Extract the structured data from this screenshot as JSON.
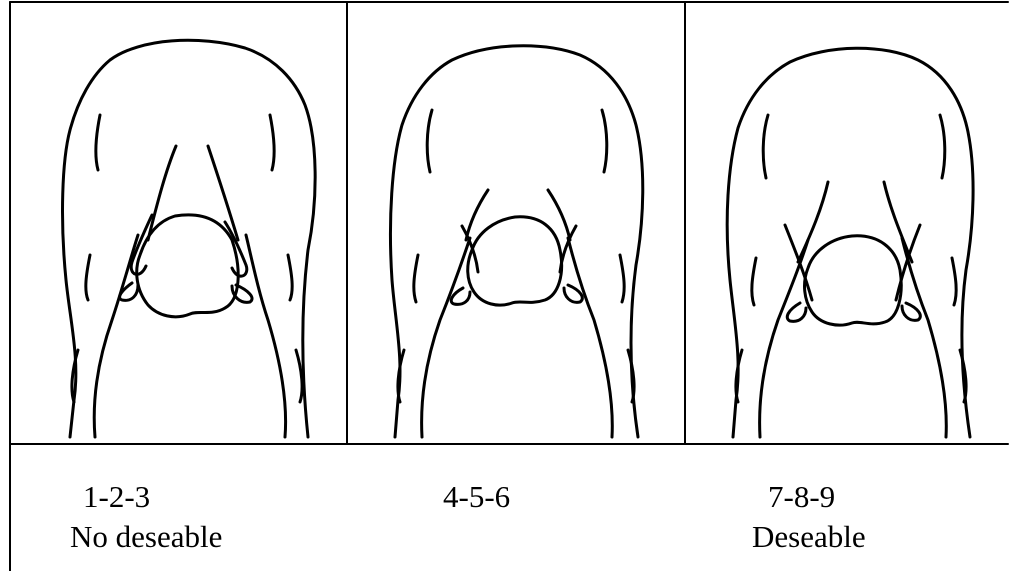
{
  "panels": [
    {
      "id": "panel-1",
      "score": "1-2-3",
      "label": "No deseable"
    },
    {
      "id": "panel-2",
      "score": "4-5-6",
      "label": ""
    },
    {
      "id": "panel-3",
      "score": "7-8-9",
      "label": "Deseable"
    }
  ],
  "colors": {
    "line": "#000000",
    "background": "#ffffff"
  }
}
